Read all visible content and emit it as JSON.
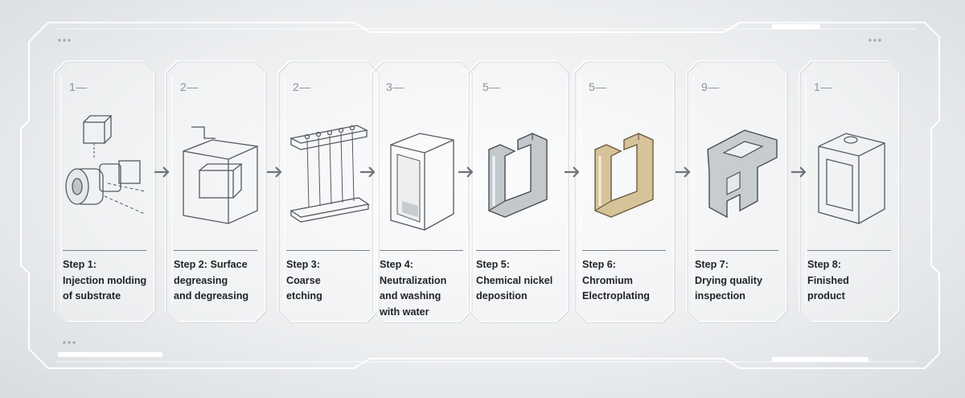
{
  "steps": [
    {
      "num": "1—",
      "lines": [
        "Step 1:",
        "Injection molding",
        "of substrate"
      ],
      "icon": "injection-molding-icon"
    },
    {
      "num": "2—",
      "lines": [
        "Step 2: Surface",
        "degreasing",
        "and degreasing"
      ],
      "icon": "degreasing-tank-icon"
    },
    {
      "num": "2—",
      "lines": [
        "Step 3:",
        "Coarse",
        "etching"
      ],
      "icon": "etching-rack-icon"
    },
    {
      "num": "3—",
      "lines": [
        "Step 4:",
        "Neutralization",
        "and washing",
        "with water"
      ],
      "icon": "wash-tank-icon"
    },
    {
      "num": "5—",
      "lines": [
        "Step 5:",
        "Chemical nickel",
        "deposition"
      ],
      "icon": "nickel-part-icon"
    },
    {
      "num": "5—",
      "lines": [
        "Step 6:",
        "Chromium",
        "Electroplating"
      ],
      "icon": "chrome-part-icon"
    },
    {
      "num": "9—",
      "lines": [
        "Step 7:",
        "Drying quality",
        "inspection"
      ],
      "icon": "dried-part-icon"
    },
    {
      "num": "1—",
      "lines": [
        "Step 8:",
        "Finished",
        "product"
      ],
      "icon": "finished-product-icon"
    }
  ],
  "colors": {
    "line": "#ffffff",
    "line_shadow": "#a9adb2",
    "text": "#1f2327",
    "gold": "#cdb58a",
    "metal": "#b9bec4"
  }
}
